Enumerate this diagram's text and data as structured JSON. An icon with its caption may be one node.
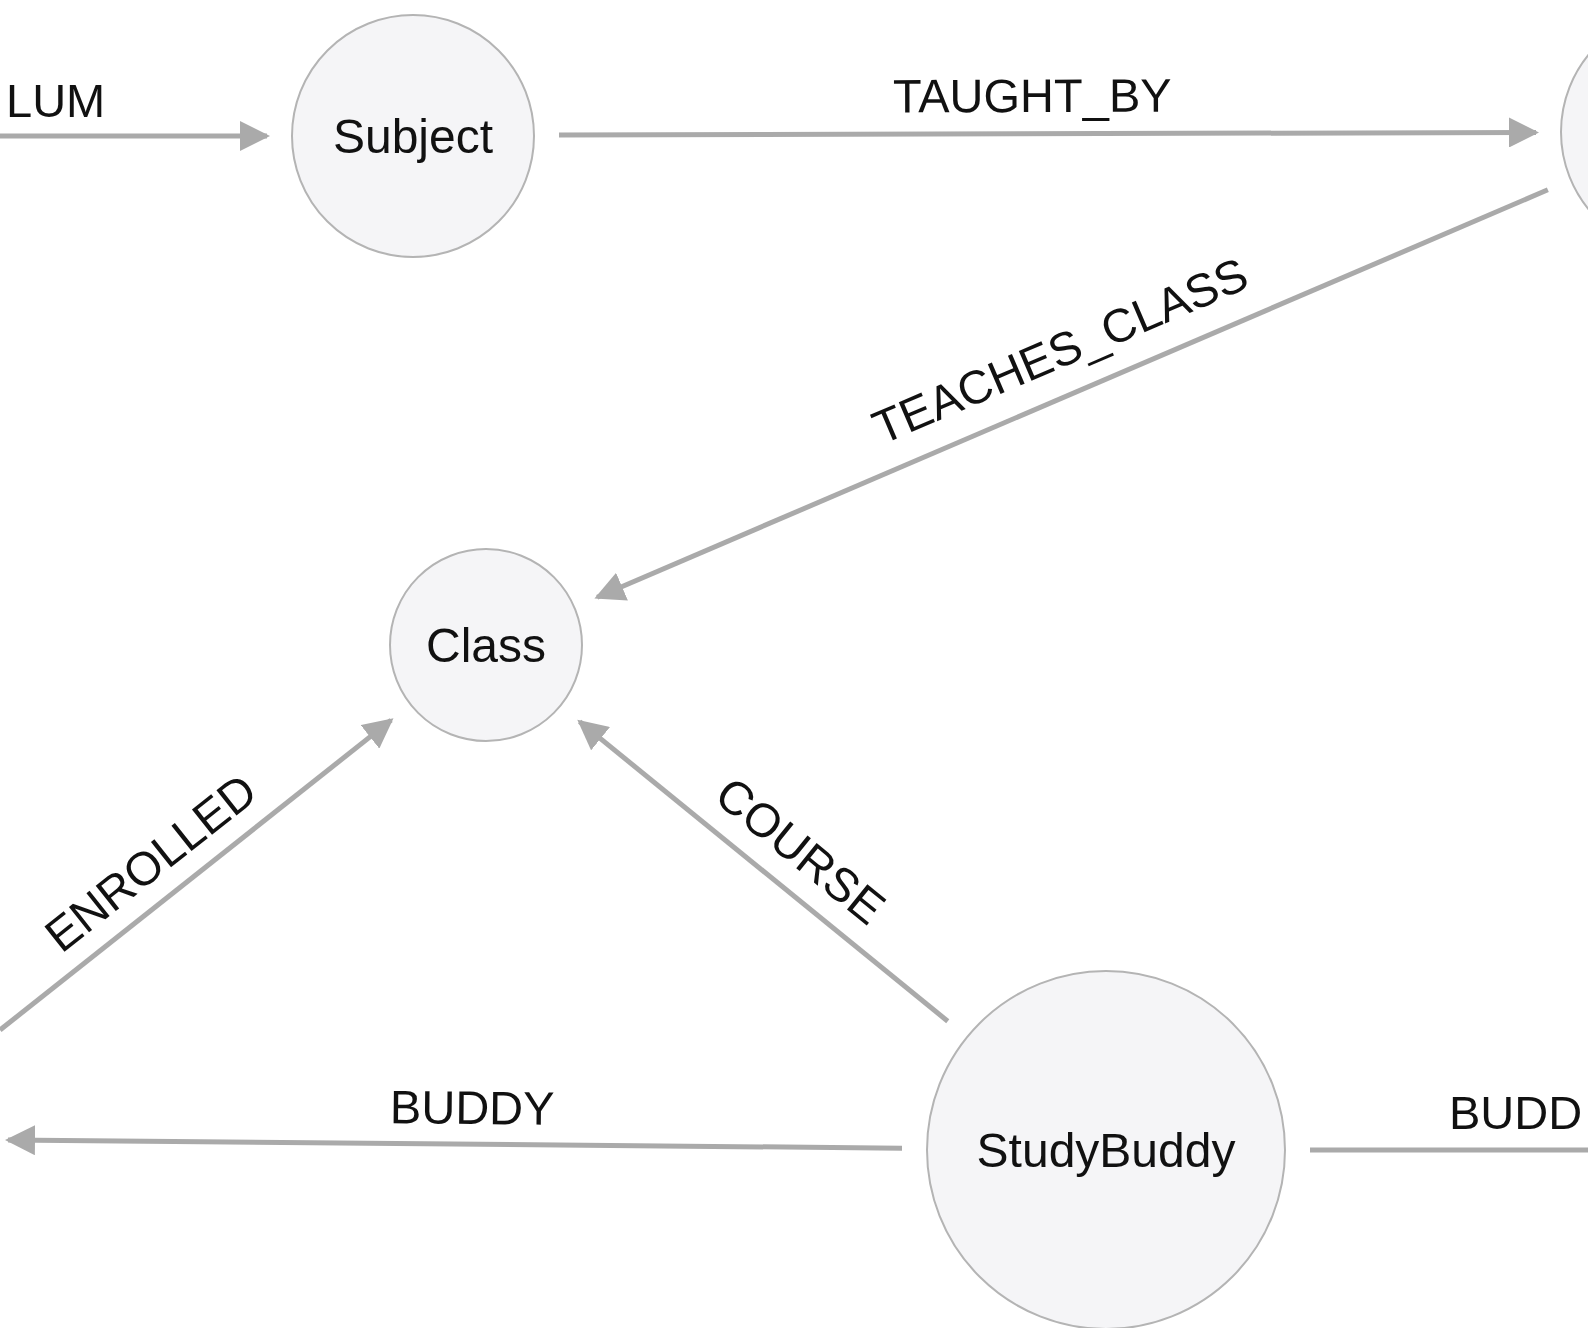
{
  "diagram": {
    "nodes": [
      {
        "text": [
          "Subject"
        ]
      },
      {
        "text": [],
        "shape": "circle"
      },
      {
        "text": [
          "Class"
        ]
      },
      {
        "text": [
          "StudyBuddy"
        ]
      }
    ],
    "edges": [
      {
        "from": null,
        "to": 0,
        "arrow": "to",
        "label": "LUM"
      },
      {
        "from": 0,
        "to": 1,
        "arrow": "to",
        "label": "TAUGHT_BY"
      },
      {
        "from": 1,
        "to": 2,
        "arrow": "to",
        "label": "TEACHES_CLASS"
      },
      {
        "from": null,
        "to": 2,
        "arrow": "to",
        "label": "ENROLLED"
      },
      {
        "from": 3,
        "to": 2,
        "arrow": "to",
        "label": "COURSE"
      },
      {
        "from": 3,
        "to": null,
        "arrow": "to",
        "label": "BUDDY"
      },
      {
        "from": 3,
        "to": null,
        "arrow": "none",
        "label": "BUDD"
      }
    ]
  }
}
